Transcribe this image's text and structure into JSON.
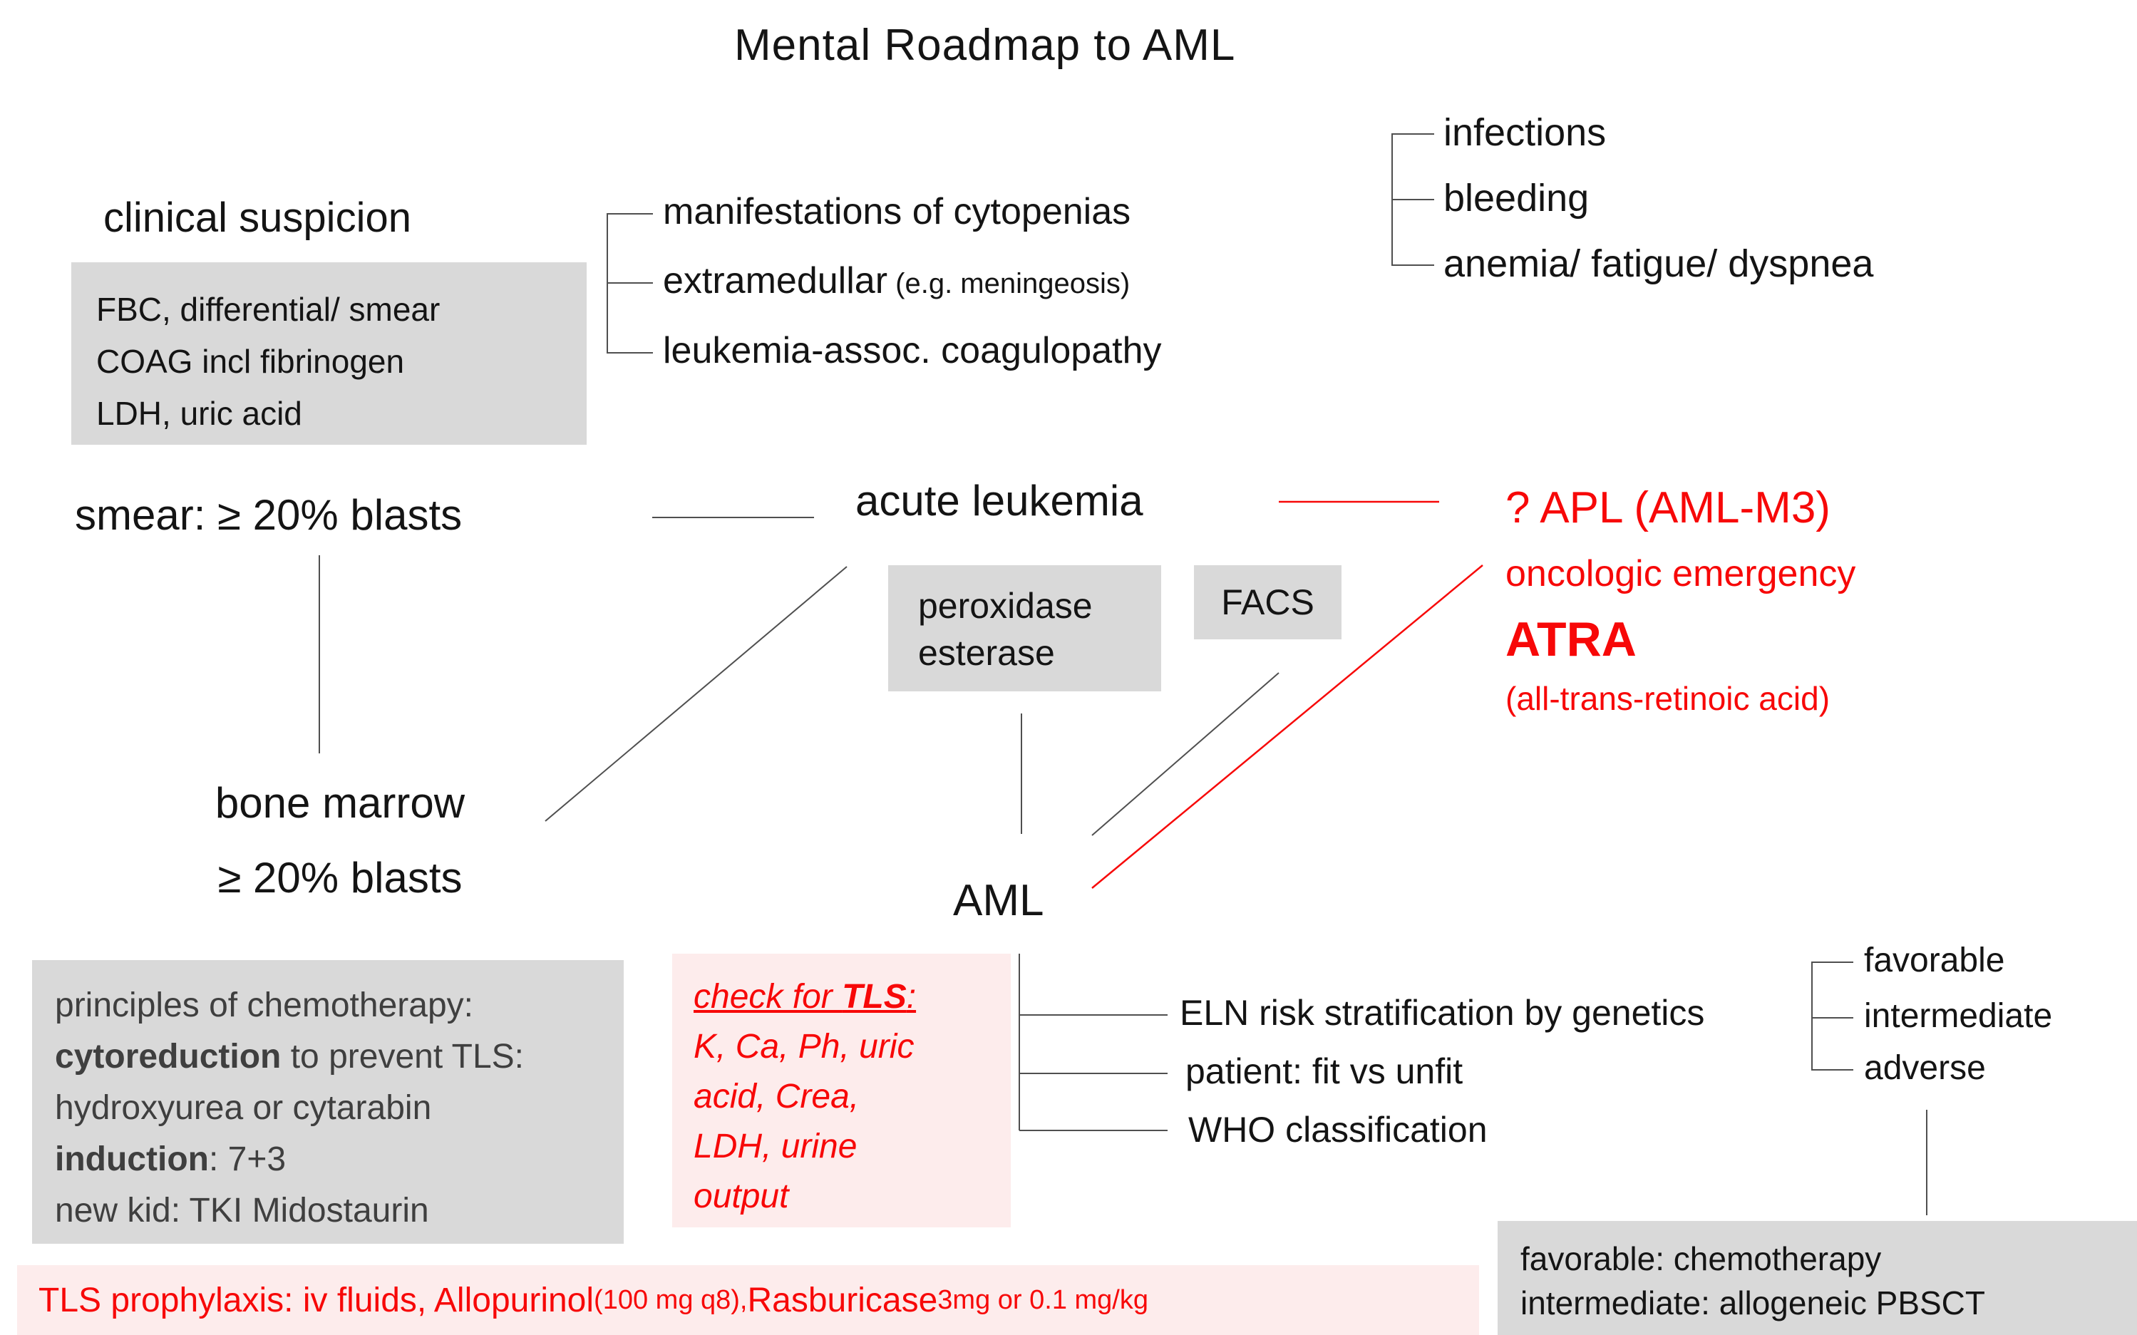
{
  "title": "Mental Roadmap to AML",
  "colors": {
    "red": "#f70808",
    "pink_bg": "#fdecec",
    "gray_box": "#d9d9d9",
    "line": "#4f4f4f",
    "text": "#141414",
    "box_text": "#3f3f3f"
  },
  "clinical": {
    "label": "clinical suspicion",
    "workup": [
      "FBC, differential/ smear",
      "COAG incl fibrinogen",
      "LDH, uric acid"
    ]
  },
  "manifestations": {
    "row1": "manifestations of cytopenias",
    "row2_main": "extramedullar",
    "row2_note": " (e.g. meningeosis)",
    "row3": "leukemia-assoc. coagulopathy"
  },
  "symptoms": [
    "infections",
    "bleeding",
    "anemia/ fatigue/ dyspnea"
  ],
  "smear": "smear: ≥ 20% blasts",
  "acute_leukemia": "acute leukemia",
  "apl": {
    "line1": "? APL (AML-M3)",
    "line2": "oncologic emergency",
    "line3": "ATRA",
    "line4": "(all-trans-retinoic acid)"
  },
  "tests": {
    "peroxidase_line1": "peroxidase",
    "peroxidase_line2": "esterase",
    "facs": "FACS"
  },
  "bone_marrow": {
    "line1": "bone marrow",
    "line2": "≥ 20% blasts"
  },
  "aml": "AML",
  "chemo_box": {
    "l1": "principles of chemotherapy:",
    "l2_bold": "cytoreduction",
    "l2_rest": " to prevent TLS:",
    "l3": "hydroxyurea or cytarabin",
    "l4_bold": "induction",
    "l4_rest": ": 7+3",
    "l5": "new kid: TKI Midostaurin"
  },
  "tls_box": {
    "title_pre": "check for ",
    "title_bold": "TLS",
    "title_colon": ":",
    "lines": [
      "K, Ca, Ph, uric",
      "acid, Crea,",
      "LDH, urine",
      "output"
    ]
  },
  "stratification": [
    "ELN risk stratification by genetics",
    "patient: fit vs unfit",
    "WHO classification"
  ],
  "risk_groups": [
    "favorable",
    "intermediate",
    "adverse"
  ],
  "treatment_box": [
    "favorable: chemotherapy",
    "intermediate: allogeneic PBSCT"
  ],
  "prophylaxis": {
    "part1": "TLS prophylaxis: iv fluids, Allopurinol ",
    "part2": "(100 mg q8), ",
    "part3": "Rasburicase ",
    "part4": "3mg or 0.1 mg/kg"
  }
}
